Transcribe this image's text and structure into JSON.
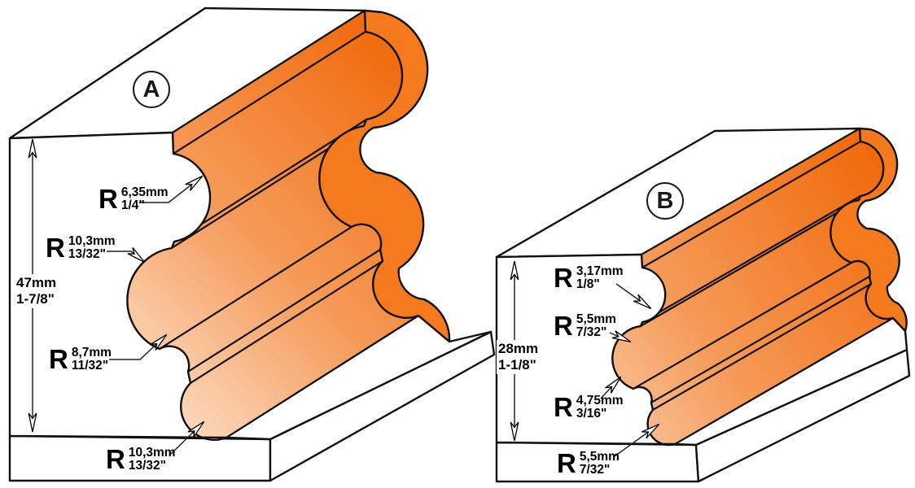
{
  "figure": {
    "description": "Two isometric molding profile diagrams with radius callouts",
    "colors": {
      "background": "#ffffff",
      "outline": "#111111",
      "profile_solid": "#f5791d",
      "gradient_light": "#fcdcc2",
      "gradient_mid": "#f69a58",
      "gradient_dark": "#f0690a"
    },
    "profiles": [
      {
        "label": "A",
        "height": {
          "mm": "47mm",
          "inch": "1-7/8\""
        },
        "callouts": [
          {
            "r": "R",
            "mm": "6,35mm",
            "inch": "1/4\""
          },
          {
            "r": "R",
            "mm": "10,3mm",
            "inch": "13/32\""
          },
          {
            "r": "R",
            "mm": "8,7mm",
            "inch": "11/32\""
          },
          {
            "r": "R",
            "mm": "10,3mm",
            "inch": "13/32\""
          }
        ]
      },
      {
        "label": "B",
        "height": {
          "mm": "28mm",
          "inch": "1-1/8\""
        },
        "callouts": [
          {
            "r": "R",
            "mm": "3,17mm",
            "inch": "1/8\""
          },
          {
            "r": "R",
            "mm": "5,5mm",
            "inch": "7/32\""
          },
          {
            "r": "R",
            "mm": "4,75mm",
            "inch": "3/16\""
          },
          {
            "r": "R",
            "mm": "5,5mm",
            "inch": "7/32\""
          }
        ]
      }
    ]
  }
}
